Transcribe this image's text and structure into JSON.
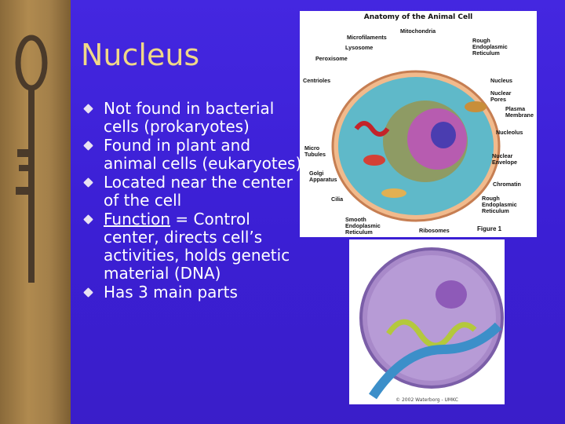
{
  "slide": {
    "title": "Nucleus",
    "bullets": [
      {
        "text": "Not found in bacterial cells (prokaryotes)"
      },
      {
        "text": "Found in plant and animal cells (eukaryotes)"
      },
      {
        "text": "Located near the center of the cell"
      },
      {
        "underlined": "Function",
        "rest": " = Control center, directs cell’s activities, holds genetic material (DNA)"
      },
      {
        "text": "Has 3 main parts"
      }
    ]
  },
  "diagram": {
    "title": "Anatomy of the Animal Cell",
    "labels": {
      "mitochondria": "Mitochondria",
      "microfilaments": "Microfilaments",
      "lysosome": "Lysosome",
      "rough_er": "Rough\nEndoplasmic\nReticulum",
      "peroxisome": "Peroxisome",
      "centrioles": "Centrioles",
      "nucleus": "Nucleus",
      "nuclear_pores": "Nuclear\nPores",
      "plasma_membrane": "Plasma\nMembrane",
      "nucleolus": "Nucleolus",
      "micro_tubules": "Micro\nTubules",
      "golgi": "Golgi\nApparatus",
      "nuclear_envelope": "Nuclear\nEnvelope",
      "chromatin": "Chromatin",
      "cilia": "Cilia",
      "rough_er_2": "Rough\nEndoplasmic\nReticulum",
      "smooth_er": "Smooth\nEndoplasmic\nReticulum",
      "ribosomes": "Ribosomes",
      "figure": "Figure 1"
    }
  },
  "photo": {
    "copyright": "© 2002 Waterborg - UMKC"
  }
}
